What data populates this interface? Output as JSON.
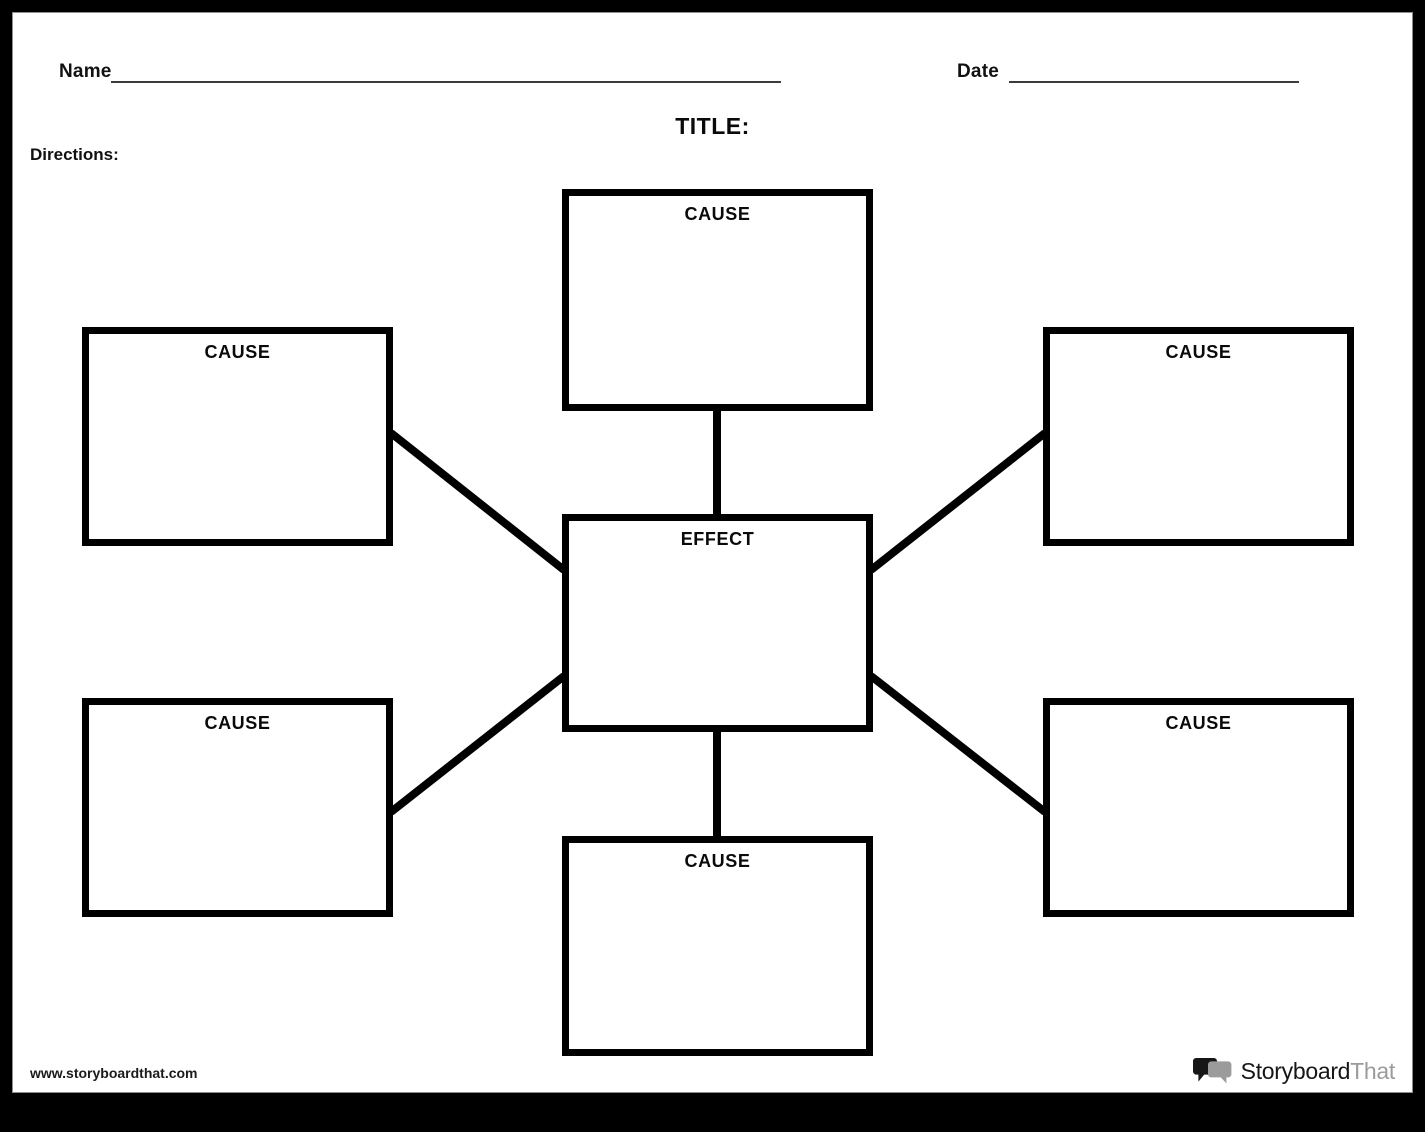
{
  "header": {
    "name_label": "Name",
    "date_label": "Date",
    "title_label": "TITLE:",
    "directions_label": "Directions:"
  },
  "diagram": {
    "type": "cause-and-effect-web",
    "center": {
      "id": "effect",
      "label": "EFFECT"
    },
    "nodes": [
      {
        "id": "cause-top",
        "label": "CAUSE"
      },
      {
        "id": "cause-left-top",
        "label": "CAUSE"
      },
      {
        "id": "cause-right-top",
        "label": "CAUSE"
      },
      {
        "id": "cause-left-bottom",
        "label": "CAUSE"
      },
      {
        "id": "cause-right-bottom",
        "label": "CAUSE"
      },
      {
        "id": "cause-bottom",
        "label": "CAUSE"
      }
    ]
  },
  "footer": {
    "url": "www.storyboardthat.com",
    "brand_primary": "Storyboard",
    "brand_secondary": "That",
    "logo_icon": "speech-bubbles-icon"
  },
  "colors": {
    "page_border": "#000000",
    "sheet": "#ffffff",
    "ink": "#000000",
    "rule": "#3b3b3b",
    "brand_gray": "#9b9b9b"
  }
}
